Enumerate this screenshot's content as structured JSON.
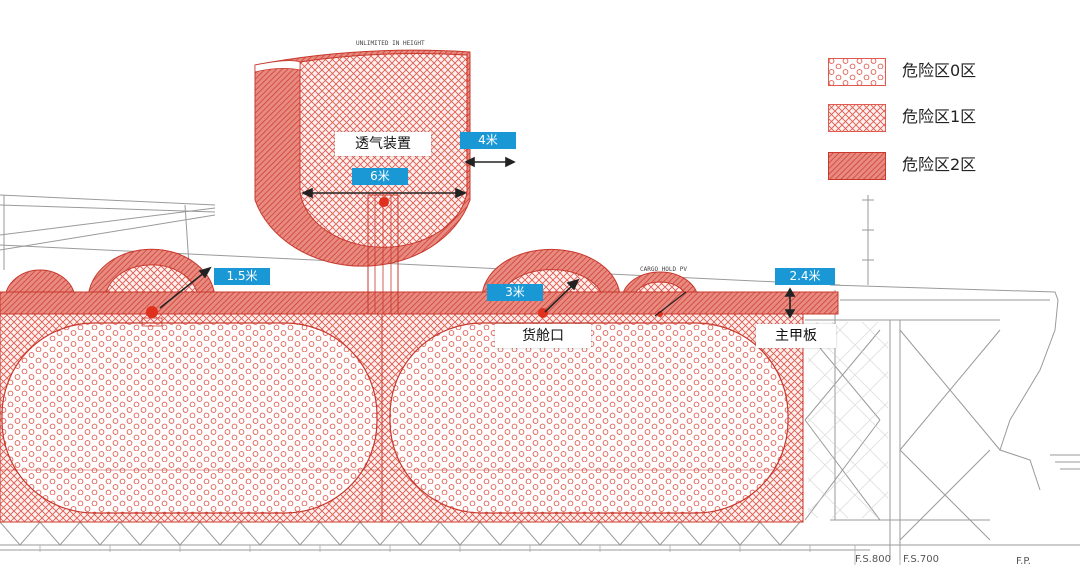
{
  "legend": {
    "zone0": "危险区0区",
    "zone1": "危险区1区",
    "zone2": "危险区2区"
  },
  "labels": {
    "vent": "透气装置",
    "hatch": "货舱口",
    "main_deck": "主甲板"
  },
  "dimensions": {
    "d4": "4米",
    "d6": "6米",
    "d15": "1.5米",
    "d3": "3米",
    "d24": "2.4米"
  },
  "stations": {
    "fs800": "F.S.800",
    "fs700": "F.S.700",
    "fp": "F.P."
  },
  "annotations": {
    "vent_top": "UNLIMITED IN HEIGHT",
    "cargo_hold_top": "CARGO HOLD PV"
  },
  "colors": {
    "hazard_red": "#e05a4e",
    "line_gray": "#8a8a8a",
    "tag_blue": "#1a98d6"
  }
}
